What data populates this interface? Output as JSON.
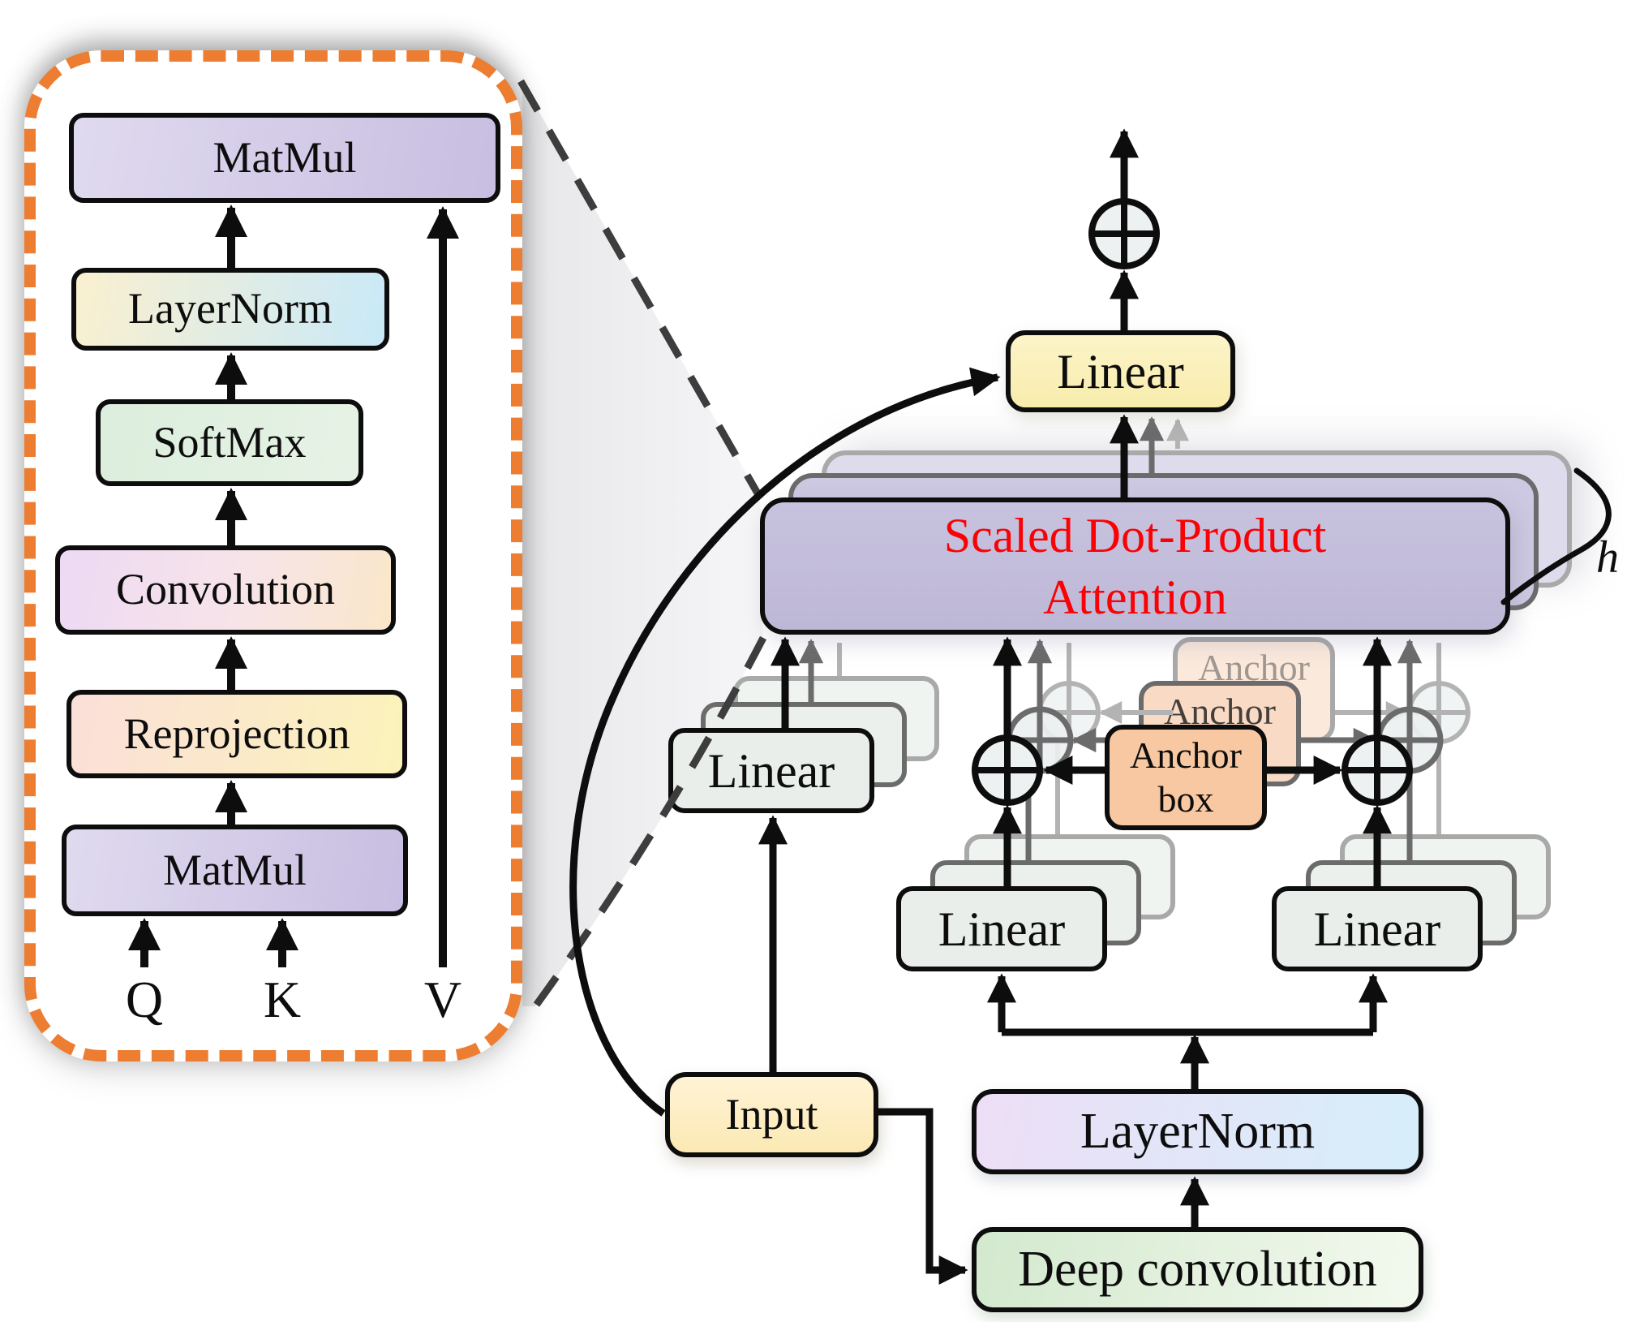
{
  "figure": {
    "description": "Anchor-based multi-head attention architecture diagram with scaled dot-product attention inset",
    "colors": {
      "inset_border": "#ED7D31",
      "attention_fill": "#C3BEDB",
      "attention_text": "#FA0205",
      "output_linear_fill": "#FBF1BC",
      "linear_fill": "#E9EEEA",
      "anchor_fill": "#F7C8A2",
      "input_fill": "#FDEFC8",
      "layernorm_gradient": "#EDDEF6-#D6EEFA",
      "deep_convolution_gradient": "#D3E9CE-#F3F9EE",
      "dashed_line": "#3D3D3D"
    }
  },
  "inset": {
    "matmul_top": "MatMul",
    "layernorm": "LayerNorm",
    "softmax": "SoftMax",
    "convolution": "Convolution",
    "reprojection": "Reprojection",
    "matmul_bottom": "MatMul",
    "q_label": "Q",
    "k_label": "K",
    "v_label": "V"
  },
  "main": {
    "output_linear": "Linear",
    "attention_line1": "Scaled Dot-Product",
    "attention_line2": "Attention",
    "heads_label": "h",
    "value_linear": "Linear",
    "query_linear": "Linear",
    "key_linear": "Linear",
    "anchor_line1": "Anchor",
    "anchor_line2": "box",
    "input_label": "Input",
    "layernorm": "LayerNorm",
    "deep_convolution": "Deep convolution"
  }
}
